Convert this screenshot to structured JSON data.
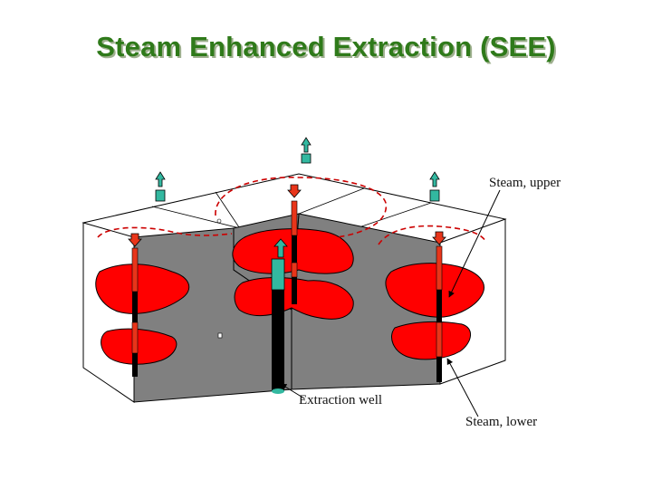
{
  "title": "Steam Enhanced Extraction (SEE)",
  "labels": {
    "steam_upper": "Steam, upper",
    "extraction_well": "Extraction well",
    "steam_lower": "Steam, lower"
  },
  "colors": {
    "title": "#2f7a1a",
    "steam_zone": "#ff0000",
    "cut_face": "#808080",
    "injection_pipe": "#e8351a",
    "well_casing": "#000000",
    "vent": "#33b8a0",
    "flow_path": "#cc0000"
  }
}
